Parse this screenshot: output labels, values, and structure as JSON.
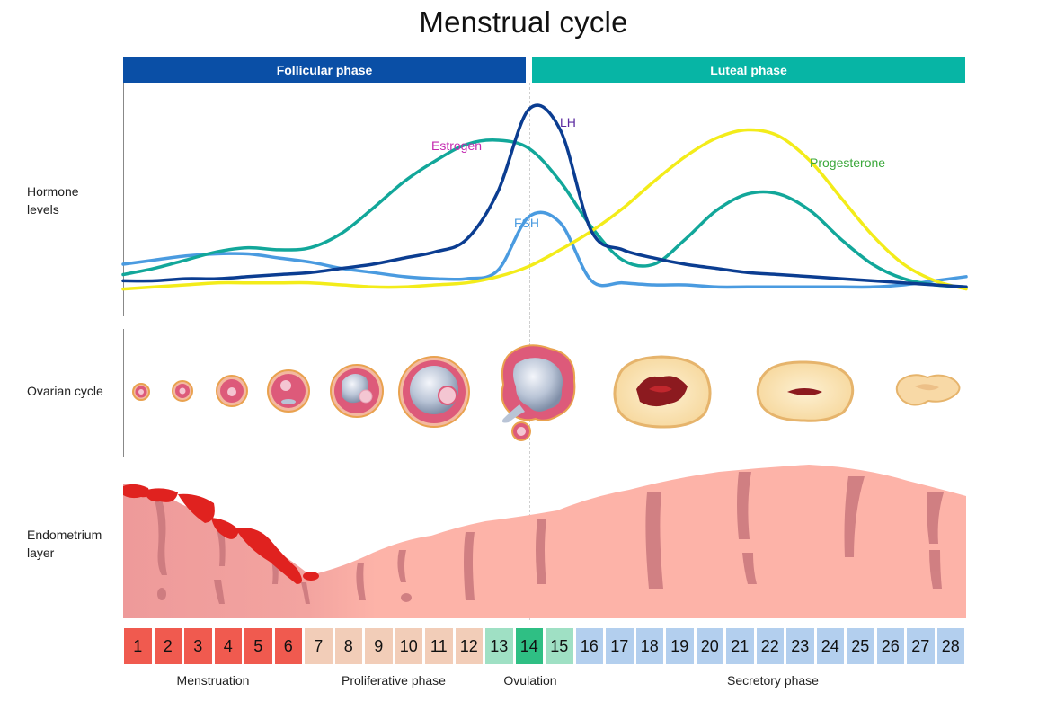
{
  "title": "Menstrual cycle",
  "phases": [
    {
      "label": "Follicular phase",
      "color": "#0a4fa6"
    },
    {
      "label": "Luteal phase",
      "color": "#07b5a5"
    }
  ],
  "row_labels": {
    "hormone": [
      "Hormone",
      "levels"
    ],
    "ovarian": "Ovarian cycle",
    "endometrium": [
      "Endometrium",
      "layer"
    ]
  },
  "hormone_labels": {
    "lh": {
      "text": "LH",
      "color": "#5b2aa0"
    },
    "estrogen": {
      "text": "Estrogen",
      "color": "#c42ab0"
    },
    "fsh": {
      "text": "FSH",
      "color": "#4a9be0"
    },
    "progesterone": {
      "text": "Progesterone",
      "color": "#3ca83c"
    }
  },
  "chart_data": {
    "type": "line",
    "x": [
      1,
      2,
      3,
      4,
      5,
      6,
      7,
      8,
      9,
      10,
      11,
      12,
      13,
      14,
      15,
      16,
      17,
      18,
      19,
      20,
      21,
      22,
      23,
      24,
      25,
      26,
      27,
      28
    ],
    "ylim": [
      0,
      1
    ],
    "series": [
      {
        "name": "LH",
        "color": "#0b3d91",
        "values": [
          0.12,
          0.12,
          0.13,
          0.13,
          0.14,
          0.15,
          0.16,
          0.18,
          0.2,
          0.23,
          0.26,
          0.32,
          0.55,
          0.95,
          0.85,
          0.36,
          0.27,
          0.23,
          0.2,
          0.18,
          0.16,
          0.15,
          0.14,
          0.13,
          0.12,
          0.11,
          0.1,
          0.09
        ]
      },
      {
        "name": "Estrogen",
        "color": "#12a79a",
        "values": [
          0.15,
          0.18,
          0.22,
          0.26,
          0.28,
          0.27,
          0.28,
          0.35,
          0.47,
          0.6,
          0.7,
          0.78,
          0.8,
          0.76,
          0.6,
          0.38,
          0.22,
          0.2,
          0.32,
          0.46,
          0.54,
          0.54,
          0.46,
          0.32,
          0.2,
          0.13,
          0.1,
          0.09
        ]
      },
      {
        "name": "FSH",
        "color": "#4a9be0",
        "values": [
          0.2,
          0.22,
          0.24,
          0.25,
          0.25,
          0.23,
          0.21,
          0.18,
          0.16,
          0.14,
          0.13,
          0.13,
          0.17,
          0.43,
          0.4,
          0.12,
          0.11,
          0.1,
          0.1,
          0.09,
          0.09,
          0.09,
          0.09,
          0.09,
          0.09,
          0.1,
          0.12,
          0.14
        ]
      },
      {
        "name": "Progesterone",
        "color": "#f3ec1a",
        "values": [
          0.08,
          0.09,
          0.1,
          0.11,
          0.11,
          0.11,
          0.11,
          0.1,
          0.09,
          0.09,
          0.1,
          0.11,
          0.14,
          0.19,
          0.27,
          0.36,
          0.47,
          0.6,
          0.72,
          0.81,
          0.85,
          0.82,
          0.7,
          0.52,
          0.34,
          0.2,
          0.12,
          0.08
        ]
      }
    ]
  },
  "days": [
    {
      "n": "1",
      "stage": "menstruation"
    },
    {
      "n": "2",
      "stage": "menstruation"
    },
    {
      "n": "3",
      "stage": "menstruation"
    },
    {
      "n": "4",
      "stage": "menstruation"
    },
    {
      "n": "5",
      "stage": "menstruation"
    },
    {
      "n": "6",
      "stage": "menstruation"
    },
    {
      "n": "7",
      "stage": "proliferative"
    },
    {
      "n": "8",
      "stage": "proliferative"
    },
    {
      "n": "9",
      "stage": "proliferative"
    },
    {
      "n": "10",
      "stage": "proliferative"
    },
    {
      "n": "11",
      "stage": "proliferative"
    },
    {
      "n": "12",
      "stage": "proliferative"
    },
    {
      "n": "13",
      "stage": "ovulation-light"
    },
    {
      "n": "14",
      "stage": "ovulation"
    },
    {
      "n": "15",
      "stage": "ovulation-light"
    },
    {
      "n": "16",
      "stage": "secretory"
    },
    {
      "n": "17",
      "stage": "secretory"
    },
    {
      "n": "18",
      "stage": "secretory"
    },
    {
      "n": "19",
      "stage": "secretory"
    },
    {
      "n": "20",
      "stage": "secretory"
    },
    {
      "n": "21",
      "stage": "secretory"
    },
    {
      "n": "22",
      "stage": "secretory"
    },
    {
      "n": "23",
      "stage": "secretory"
    },
    {
      "n": "24",
      "stage": "secretory"
    },
    {
      "n": "25",
      "stage": "secretory"
    },
    {
      "n": "26",
      "stage": "secretory"
    },
    {
      "n": "27",
      "stage": "secretory"
    },
    {
      "n": "28",
      "stage": "secretory"
    }
  ],
  "stage_colors": {
    "menstruation": "#f05a4f",
    "proliferative": "#f2cdb8",
    "ovulation-light": "#9fe0c4",
    "ovulation": "#2fbf84",
    "secretory": "#b3cfee"
  },
  "stages": [
    {
      "label": "Menstruation"
    },
    {
      "label": "Proliferative phase"
    },
    {
      "label": "Ovulation"
    },
    {
      "label": "Secretory phase"
    }
  ],
  "ovarian_stages": [
    "follicle-1",
    "follicle-2",
    "follicle-3",
    "follicle-4",
    "follicle-5",
    "follicle-6",
    "ovulating-follicle",
    "corpus-luteum",
    "regressing-corpus-luteum",
    "corpus-albicans"
  ],
  "colors": {
    "endometrium_menstrual": "#ee9a9a",
    "endometrium": "#fdb3a8",
    "gland": "#c9777c",
    "blood": "#e0221f",
    "follicle_rim": "#e9a24f",
    "follicle_fill": "#dd5a7a",
    "luteum_fill": "#fbe5b8",
    "luteum_rim": "#e6b46c"
  }
}
